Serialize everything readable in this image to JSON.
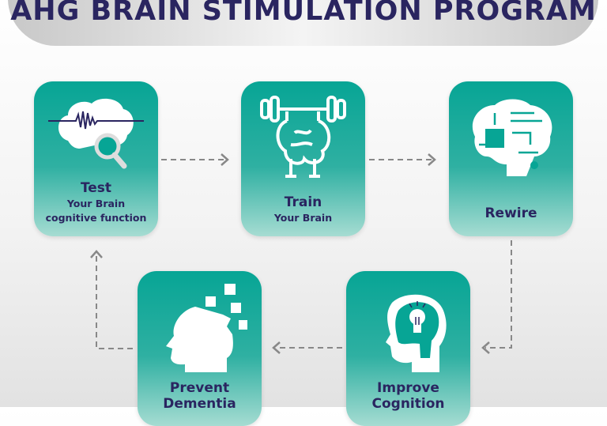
{
  "title": "AHG BRAIN STIMULATION PROGRAM",
  "steps": [
    {
      "title": "Test",
      "sub1": "Your Brain",
      "sub2": "cognitive function",
      "icon": "brain-magnifier-icon"
    },
    {
      "title": "Train",
      "sub1": "Your Brain",
      "icon": "brain-dumbbell-icon"
    },
    {
      "title": "Rewire",
      "icon": "circuit-brain-icon"
    },
    {
      "title": "Improve",
      "sub1": "Cognition",
      "icon": "head-lightbulb-icon"
    },
    {
      "title": "Prevent",
      "sub1": "Dementia",
      "icon": "head-puzzle-icon"
    }
  ],
  "colors": {
    "teal": "#07a595",
    "navy": "#2a2560",
    "arrow": "#888888"
  }
}
